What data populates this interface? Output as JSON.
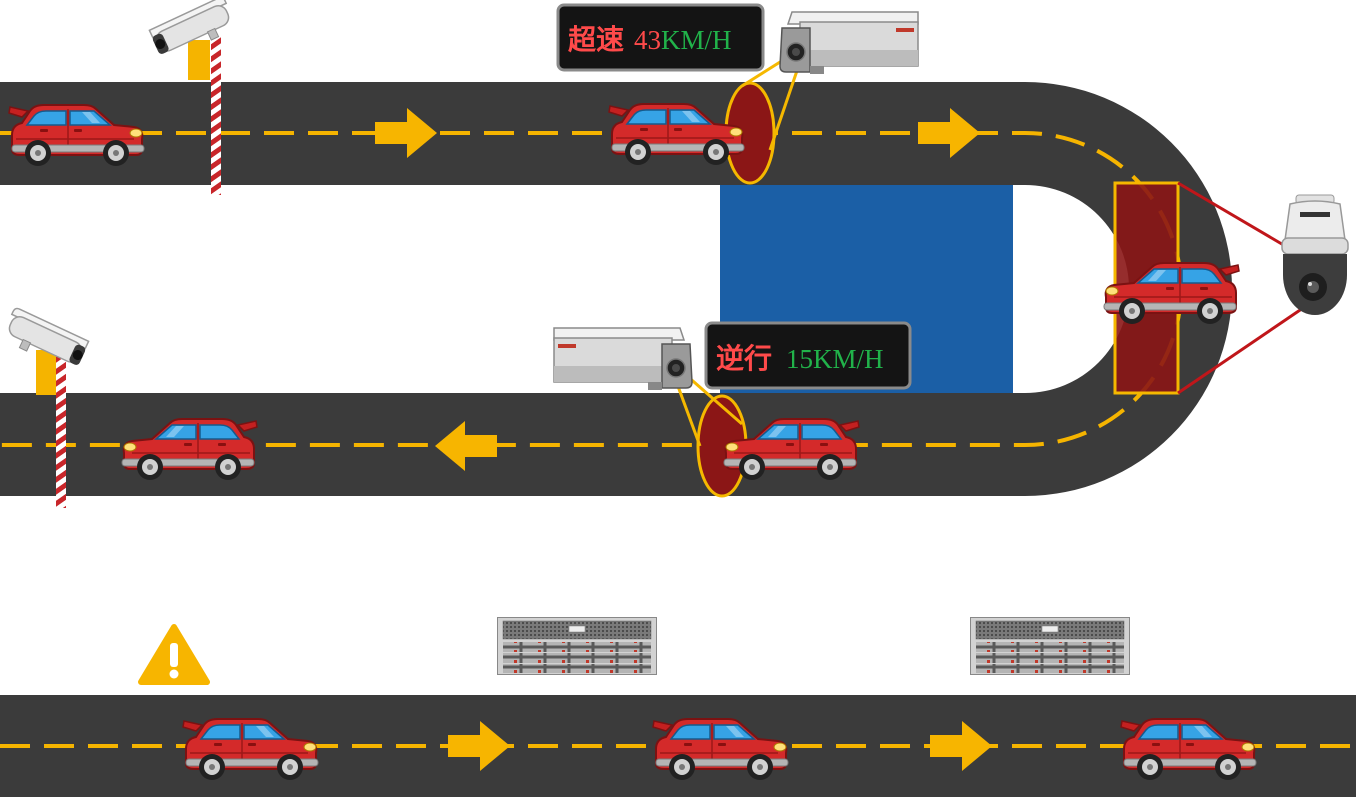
{
  "alerts": {
    "speeding": {
      "label": "超速",
      "value": "43",
      "unit": "KM/H"
    },
    "wrong_way": {
      "label": "逆行",
      "value": "15",
      "unit": "KM/H"
    }
  },
  "icons": {
    "roadside_camera_top": "bullet-camera-icon",
    "roadside_camera_middle": "bullet-camera-icon",
    "capture_camera_top": "box-camera-icon",
    "capture_camera_middle": "box-camera-icon",
    "dome_camera": "ptz-dome-camera-icon",
    "warning": "warning-triangle-icon",
    "server_1": "server-icon",
    "server_2": "server-icon",
    "vehicle": "car-icon",
    "direction": "arrow-icon"
  },
  "colors": {
    "road": "#3b3b3b",
    "lane_line": "#f5b400",
    "arrow": "#f7b500",
    "blue_area": "#1b5fa6",
    "zone_fill": "#8b1616",
    "zone_stroke": "#f5b800",
    "ptz_line": "#c0161a",
    "label_bg": "#141414",
    "label_border": "#8a8a8a",
    "alert_red": "#ff4a4a",
    "speed_green": "#21b24a",
    "car_body": "#d42a2a"
  }
}
